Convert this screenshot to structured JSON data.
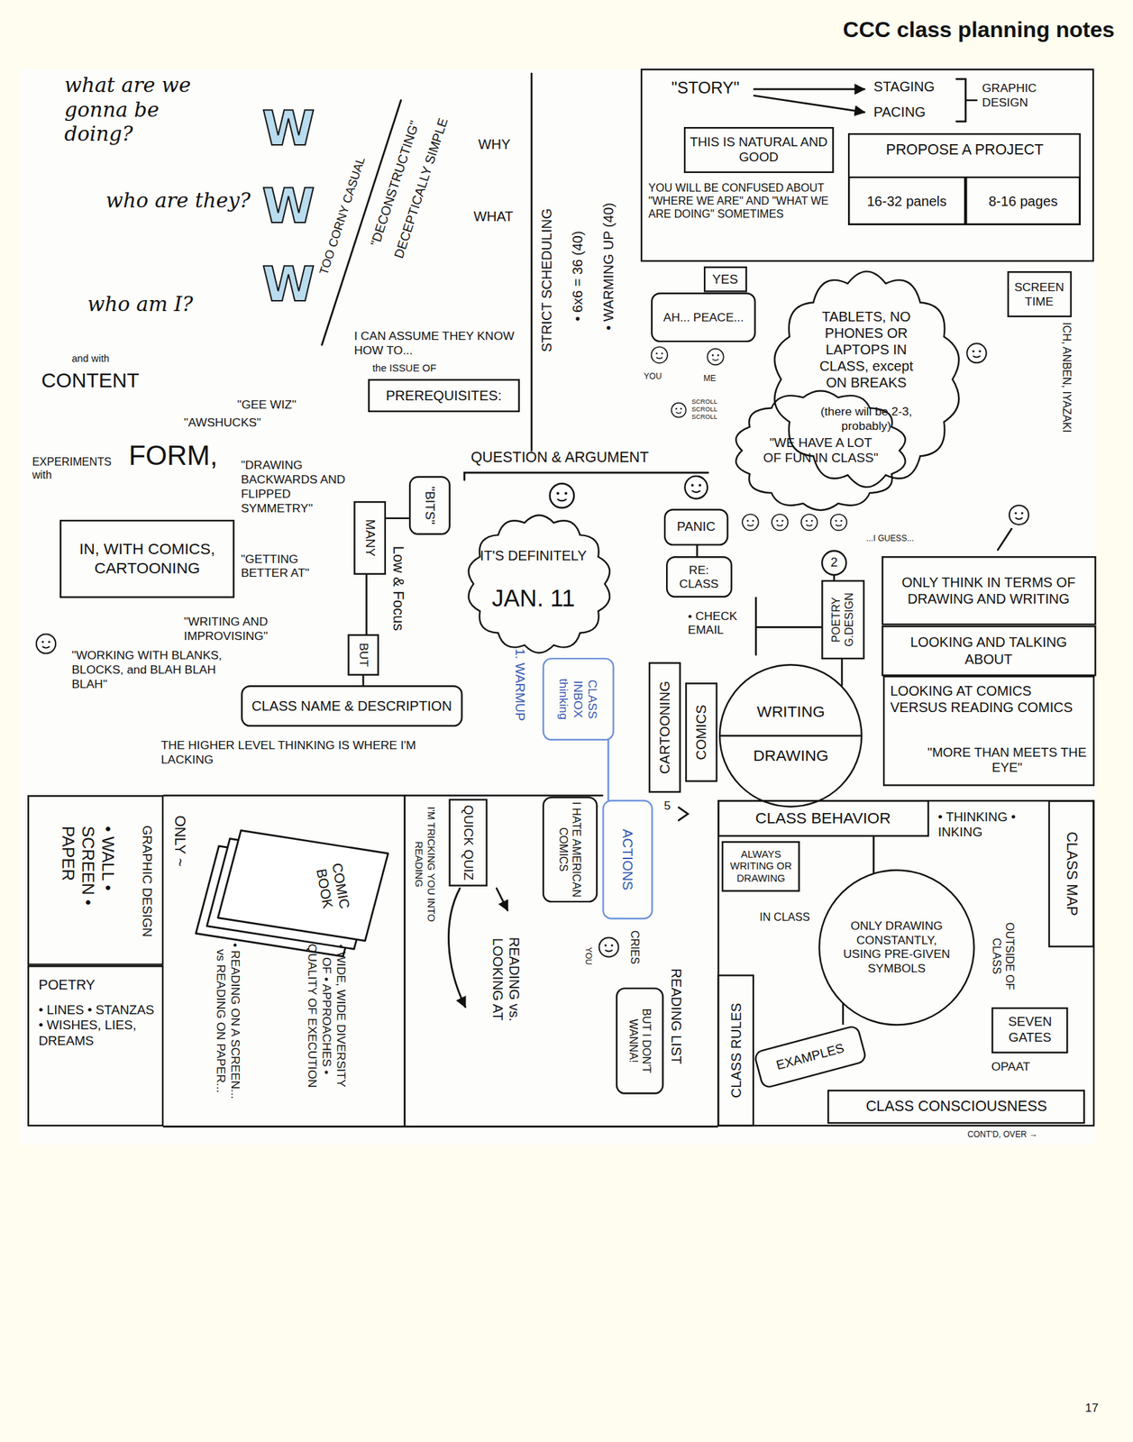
{
  "diagram": {
    "title": "CCC class planning notes",
    "nodes": [
      {
        "text": [
          "\"STORY\"",
          "STAGING",
          "PACING",
          "GRAPHIC DESIGN",
          "YOU WILL BE CONFUSED ABOUT \"WHERE WE ARE\" AND \"WHAT WE ARE DOING\" SOMETIMES"
        ]
      },
      {
        "text": [
          "THIS IS NATURAL AND GOOD"
        ],
        "in": 0
      },
      {
        "text": [
          "PROPOSE A PROJECT"
        ],
        "in": 0
      },
      {
        "text": [
          "16-32 panels"
        ],
        "in": 2
      },
      {
        "text": [
          "8-16 pages"
        ],
        "in": 2
      },
      {
        "text": [
          "YES"
        ]
      },
      {
        "text": [
          "AH... PEACE..."
        ]
      },
      {
        "text": [
          "TABLETS, NO PHONES OR LAPTOPS IN CLASS, except ON BREAKS",
          "(there will be 2-3, probably)"
        ]
      },
      {
        "text": [
          "SCREEN TIME"
        ]
      },
      {
        "text": [
          "\"WE HAVE A LOT OF FUN IN CLASS\""
        ]
      },
      {
        "text": [
          "IT'S DEFINITELY",
          "JAN. 11"
        ]
      },
      {
        "text": [
          "PANIC"
        ]
      },
      {
        "text": [
          "RE: CLASS"
        ]
      },
      {
        "text": [
          "2"
        ]
      },
      {
        "text": [
          "POETRY G.DESIGN"
        ]
      },
      {
        "text": [
          "WRITING",
          "DRAWING"
        ]
      },
      {
        "text": [
          "CARTOONING"
        ]
      },
      {
        "text": [
          "COMICS"
        ]
      },
      {
        "text": [
          "CLASS INBOX thinking"
        ]
      },
      {
        "text": [
          "ACTIONS"
        ]
      },
      {
        "text": [
          "ONLY THINK IN TERMS OF DRAWING AND WRITING"
        ]
      },
      {
        "text": [
          "LOOKING AND TALKING ABOUT"
        ]
      },
      {
        "text": [
          "LOOKING AT COMICS VERSUS READING COMICS",
          "\"MORE THAN MEETS THE EYE\""
        ]
      },
      {
        "text": [
          "PREREQUISITES:"
        ]
      },
      {
        "text": [
          "IN, WITH COMICS, CARTOONING"
        ]
      },
      {
        "text": [
          "\"BITS\""
        ]
      },
      {
        "text": [
          "MANY"
        ]
      },
      {
        "text": [
          "BUT"
        ]
      },
      {
        "text": [
          "CLASS NAME & DESCRIPTION"
        ]
      },
      {
        "text": [
          "GRAPHIC DESIGN",
          "• WALL • SCREEN • PAPER"
        ]
      },
      {
        "text": [
          "POETRY",
          "• LINES • STANZAS • WISHES, LIES, DREAMS"
        ]
      },
      {
        "text": [
          "QUICK QUIZ"
        ]
      },
      {
        "text": [
          "I HATE AMERICAN COMICS"
        ]
      },
      {
        "text": [
          "BUT I DON'T WANNA!"
        ]
      },
      {
        "text": [
          "• THINKING • INKING",
          "IN CLASS",
          "OUTSIDE OF CLASS",
          "OPAAT"
        ]
      },
      {
        "text": [
          "CLASS BEHAVIOR"
        ],
        "in": 34
      },
      {
        "text": [
          "ALWAYS WRITING OR DRAWING"
        ],
        "in": 34
      },
      {
        "text": [
          "CLASS MAP"
        ],
        "in": 34
      },
      {
        "text": [
          "ONLY DRAWING CONSTANTLY, USING PRE-GIVEN SYMBOLS"
        ],
        "in": 34
      },
      {
        "text": [
          "EXAMPLES"
        ],
        "in": 34
      },
      {
        "text": [
          "SEVEN GATES"
        ],
        "in": 34
      },
      {
        "text": [
          "CLASS RULES"
        ],
        "in": 34
      },
      {
        "text": [
          "CLASS CONSCIOUSNESS"
        ],
        "in": 34
      }
    ],
    "edges": [
      {
        "from": 25,
        "to": 26,
        "arrow": "none"
      },
      {
        "from": 26,
        "to": 27,
        "arrow": "none"
      },
      {
        "from": 27,
        "to": 28,
        "arrow": "none"
      },
      {
        "from": 11,
        "to": 12,
        "arrow": "none"
      },
      {
        "from": 13,
        "to": 14,
        "arrow": "none"
      },
      {
        "from": 14,
        "to": 15,
        "arrow": "none"
      },
      {
        "from": 18,
        "to": 19,
        "arrow": "none"
      },
      {
        "from": 35,
        "to": 38,
        "arrow": "none"
      },
      {
        "from": 38,
        "to": 39,
        "arrow": "none"
      }
    ],
    "labels": [
      "W",
      "W",
      "W",
      "what are we gonna be doing?",
      "who are they?",
      "who am I?",
      "WHY",
      "WHAT",
      "\"DECONSTRUCTING\"",
      "DECEPTICALLY SIMPLE",
      "TOO CORNY CASUAL",
      "I CAN ASSUME THEY KNOW HOW TO...",
      "the ISSUE OF",
      "and with",
      "CONTENT",
      "EXPERIMENTS with",
      "FORM,",
      "\"AWSHUCKS\"",
      "\"GEE WIZ\"",
      "\"DRAWING BACKWARDS AND FLIPPED SYMMETRY\"",
      "Low & Focus",
      "\"GETTING BETTER AT\"",
      "\"WRITING AND IMPROVISING\"",
      "\"WORKING WITH BLANKS, BLOCKS, and BLAH BLAH BLAH\"",
      "THE HIGHER LEVEL THINKING IS WHERE I'M LACKING",
      "STRICT SCHEDULING",
      "• 6x6 = 36 (40)",
      "• WARMING UP (40)",
      "QUESTION & ARGUMENT",
      "YOU",
      "ME",
      "SCROLL SCROLL SCROLL",
      "...I GUESS...",
      "ICH, ANBEN, IYAZAKI",
      "• CHECK EMAIL",
      "1. WARMUP",
      "5",
      "YOU",
      "CRIES",
      "READING LIST",
      "I'M TRICKING YOU INTO READING",
      "READING vs. LOOKING AT",
      "COMIC BOOK",
      "ONLY ~",
      "• READING ON A SCREEN... vs READING ON PAPER...",
      "• WIDE, WIDE DIVERSITY OF • APPROACHES • QUALITY OF EXECUTION",
      "CONT'D, OVER →",
      "17"
    ]
  }
}
